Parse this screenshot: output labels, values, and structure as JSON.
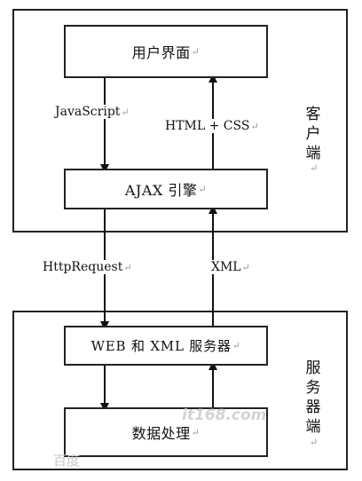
{
  "client": {
    "side_label": "客户端",
    "ui_box": "用户界面",
    "engine_box": "AJAX 引擎",
    "js_label": "JavaScript",
    "html_css_label": "HTML + CSS"
  },
  "transport": {
    "request_label": "HttpRequest",
    "response_label": "XML"
  },
  "server": {
    "side_label": "服务器端",
    "server_box": "WEB 和 XML 服务器",
    "data_box": "数据处理"
  },
  "return_mark": "↵",
  "watermarks": {
    "center": "it168.com",
    "bottom_left": "百度"
  }
}
